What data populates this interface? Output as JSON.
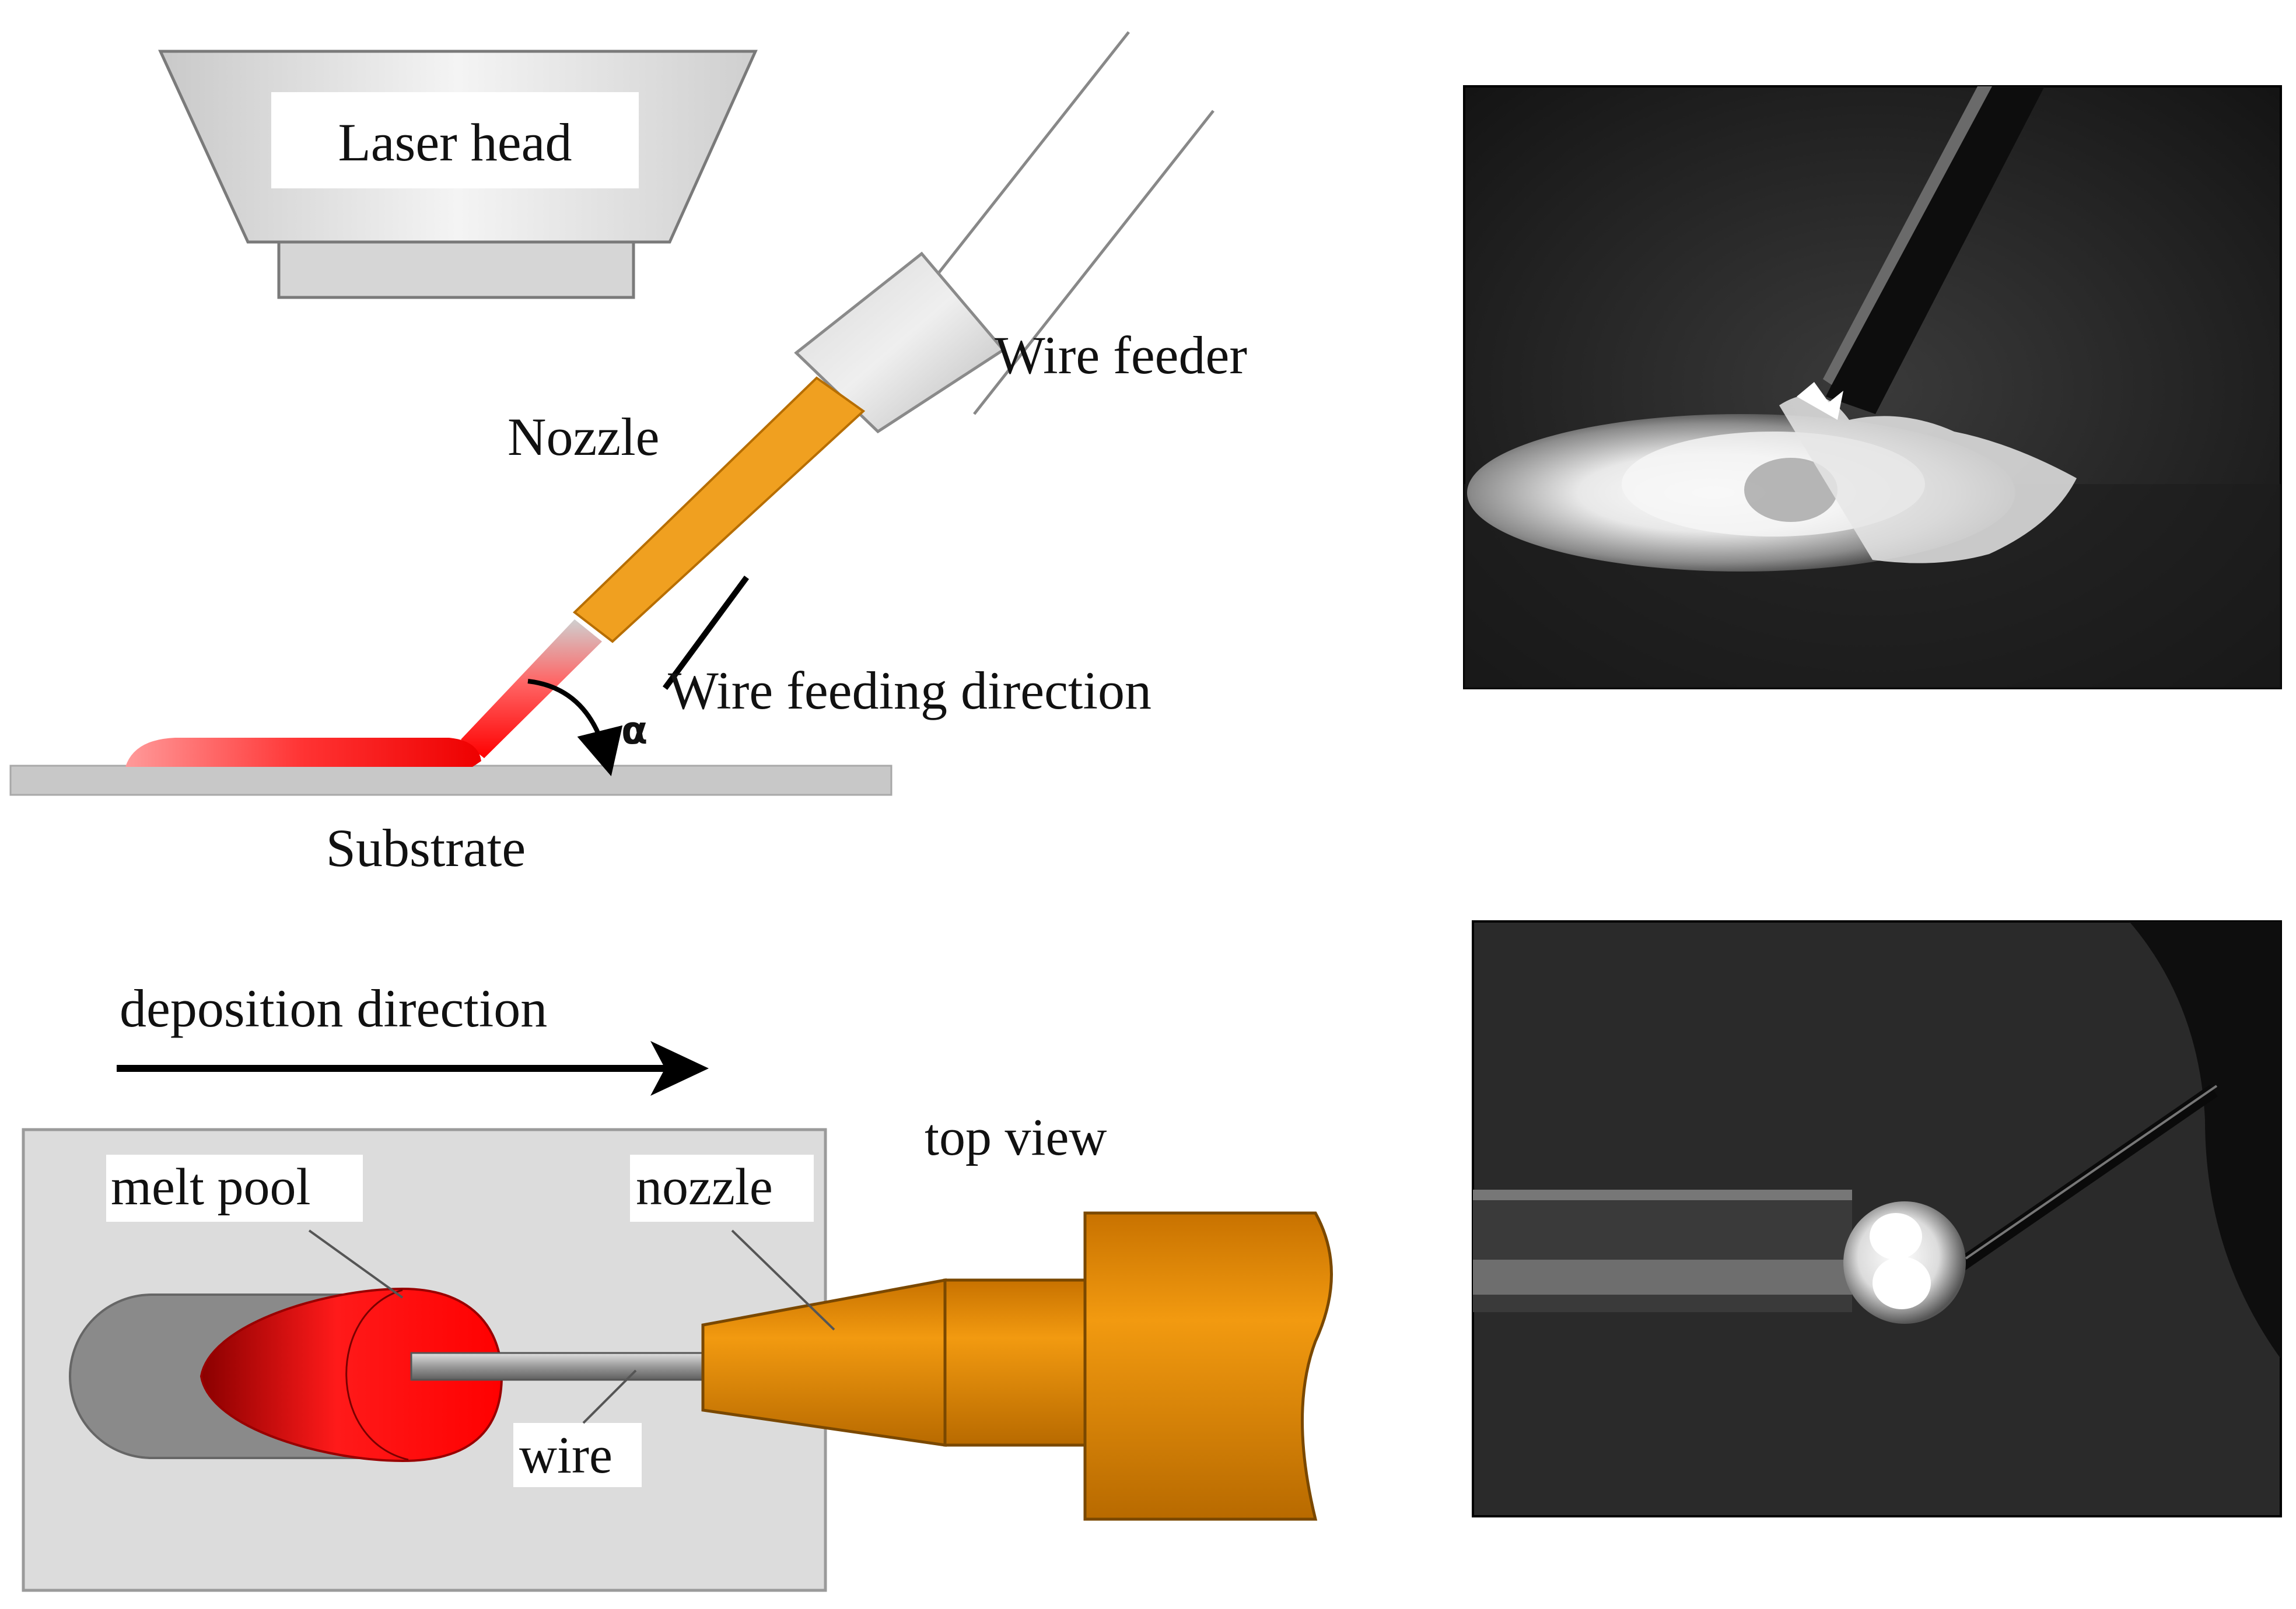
{
  "side_view": {
    "laser_head": "Laser head",
    "wire_feeder": "Wire feeder",
    "nozzle": "Nozzle",
    "wire_feeding_direction": "Wire feeding direction",
    "angle_symbol": "α",
    "substrate": "Substrate"
  },
  "top_view": {
    "deposition_direction": "deposition direction",
    "title": "top view",
    "melt_pool": "melt pool",
    "nozzle": "nozzle",
    "wire": "wire"
  },
  "colors": {
    "melt_pool_red": "#ff1a1a",
    "nozzle_orange": "#f08c00",
    "substrate_gray": "#c8c8c8",
    "plate_gray": "#dcdcdc",
    "photo_dark": "#1e1e1e"
  }
}
